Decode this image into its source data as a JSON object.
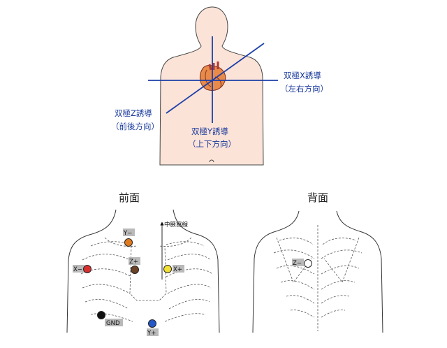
{
  "leads": {
    "x": {
      "line1": "双極X誘導",
      "line2": "（左右方向）"
    },
    "y": {
      "line1": "双極Y誘導",
      "line2": "（上下方向）"
    },
    "z": {
      "line1": "双極Z誘導",
      "line2": "（前後方向）"
    }
  },
  "front": {
    "title": "前面",
    "midaxillary_label": "中腋窩線",
    "electrodes": [
      {
        "tag": "Y−",
        "color": "#e07a1f"
      },
      {
        "tag": "X−",
        "color": "#d83030"
      },
      {
        "tag": "Z+",
        "color": "#6b4226"
      },
      {
        "tag": "X+",
        "color": "#f2e034"
      },
      {
        "tag": "GND",
        "color": "#111111"
      },
      {
        "tag": "Y+",
        "color": "#2457c8"
      }
    ]
  },
  "back": {
    "title": "背面",
    "electrodes": [
      {
        "tag": "Z−",
        "color": "#ffffff"
      }
    ]
  },
  "colors": {
    "lead_line": "#1d3fa8",
    "skin": "#fbe3d8",
    "outline": "#333333"
  }
}
